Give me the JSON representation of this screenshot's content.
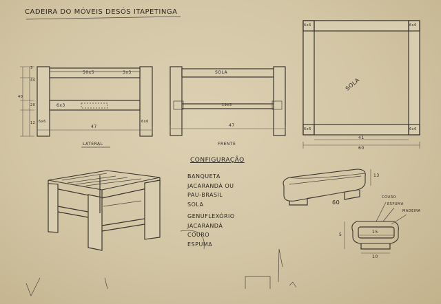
{
  "title": "CADEIRA DO MÓVEIS DESÓS ITAPETINGA",
  "views": {
    "lateral_label": "LATERAL",
    "frente_label": "FRENTE",
    "lateral": {
      "seat_label": "50x5",
      "top_right_label": "3x3",
      "rail_label": "6x3",
      "leg_left_label": "6x6",
      "leg_right_label": "6x6",
      "width_label": "47",
      "height_labels": [
        "3",
        "44",
        "40",
        "20",
        "12"
      ]
    },
    "frente": {
      "seat_label": "SOLA",
      "rail_label": "19x3",
      "width_label": "47"
    },
    "planta": {
      "corner_labels": [
        "6x6",
        "6x6",
        "6x6",
        "6x6"
      ],
      "center_label": "SOLA",
      "inner_width": "41",
      "outer_width": "60"
    }
  },
  "specs": {
    "heading": "CONFIGURAÇÃO",
    "lines": [
      "BANQUETA",
      "JACARANDÁ OU",
      "PAU-BRASIL",
      "SOLA",
      "",
      "GENUFLEXÓRIO",
      "JACARANDÁ",
      "COURO",
      "ESPUMA"
    ]
  },
  "cushion": {
    "height_label": "13",
    "length_label": "60",
    "callouts": [
      "COURO",
      "ESPUMA",
      "MADEIRA"
    ],
    "inner_label": "15",
    "bottom_label": "10",
    "side_label": "5"
  }
}
